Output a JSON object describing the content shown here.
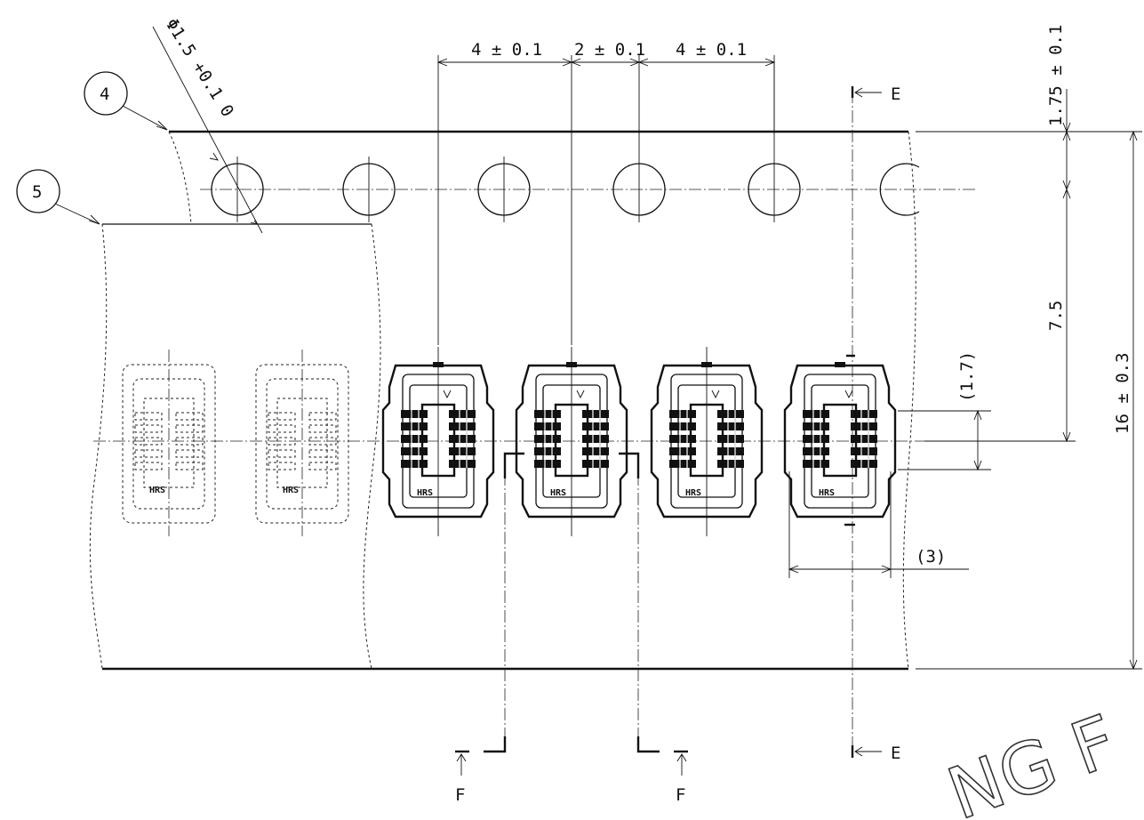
{
  "dimensions": {
    "pitch_left": "4 ± 0.1",
    "pitch_mid": "2 ± 0.1",
    "pitch_right": "4 ± 0.1",
    "hole_diameter": "Φ1.5 +0.1 0",
    "edge_to_hole": "1.75 ± 0.1",
    "hole_to_center": "7.5",
    "tape_width": "16 ± 0.3",
    "pocket_offset": "(1.7)",
    "pocket_width": "(3)"
  },
  "callouts": {
    "cover_tape": "4",
    "carrier_tape": "5"
  },
  "sections": {
    "e_top": "E",
    "e_bottom": "E",
    "f_left": "F",
    "f_right": "F"
  },
  "part_marking": "HRS",
  "watermark": "NG F"
}
